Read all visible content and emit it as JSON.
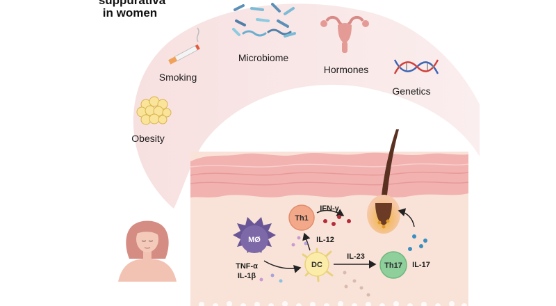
{
  "title": {
    "line1": "suppurativa",
    "line2": "in women"
  },
  "factors": {
    "obesity": "Obesity",
    "smoking": "Smoking",
    "microbiome": "Microbiome",
    "hormones": "Hormones",
    "genetics": "Genetics"
  },
  "cells": {
    "macrophage": "MØ",
    "dendritic": "DC",
    "th1": "Th1",
    "th17": "Th17"
  },
  "cytokines": {
    "tnf": "TNF-α",
    "il1b": "IL-1β",
    "il12": "IL-12",
    "ifng": "IFN-γ",
    "il23": "IL-23",
    "il17": "IL-17"
  },
  "icons": {
    "obesity": "fat-cells-icon",
    "smoking": "cigarette-icon",
    "microbiome": "bacteria-icon",
    "hormones": "uterus-icon",
    "genetics": "dna-icon",
    "person": "woman-avatar-icon",
    "hair": "hair-follicle-icon"
  },
  "colors": {
    "arc": "#f6dede",
    "epidermis": "#f3b5b4",
    "dermis": "#f9e2d8",
    "macrophage": "#7a63a4",
    "dendritic": "#fbeca9",
    "th1": "#f3a88a",
    "th17": "#8ecf9b",
    "hair": "#5a3121"
  }
}
